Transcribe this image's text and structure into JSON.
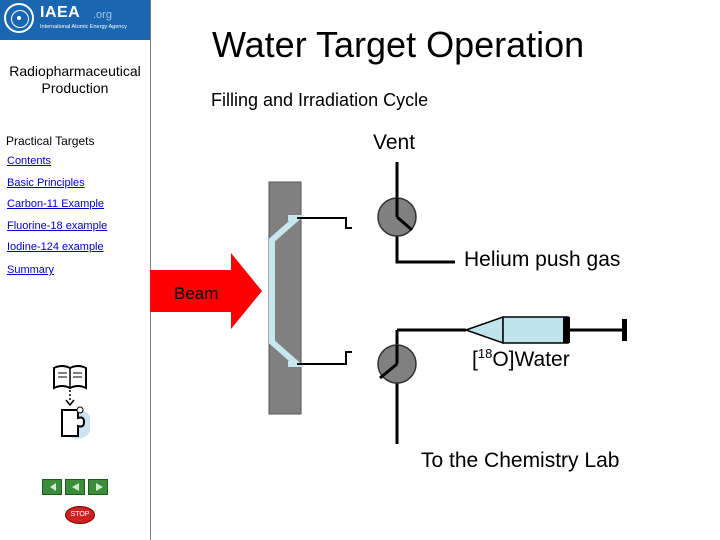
{
  "header": {
    "logo_name": "IAEA",
    "logo_org": ".org",
    "logo_sub": "International Atomic Energy Agency",
    "subtitle": "Radiopharmaceutical Production"
  },
  "sidebar": {
    "section": "Practical Targets",
    "items": [
      "Contents",
      "Basic Principles",
      "Carbon-11 Example",
      "Fluorine-18 example",
      "Iodine-124 example",
      "Summary"
    ],
    "stop_label": "STOP"
  },
  "slide": {
    "title": "Water Target Operation",
    "subtitle": "Filling and Irradiation Cycle"
  },
  "diagram": {
    "vent": "Vent",
    "helium": "Helium push gas",
    "beam": "Beam",
    "water_bracket_open": "[",
    "water_superscript": "18",
    "water_rest": "O]Water",
    "chemistry": "To the Chemistry Lab",
    "colors": {
      "target": "#808080",
      "beam": "#ff0000",
      "channel": "#c8e6ee",
      "syringe": "#bfe4ec",
      "valve": "#808080"
    }
  }
}
